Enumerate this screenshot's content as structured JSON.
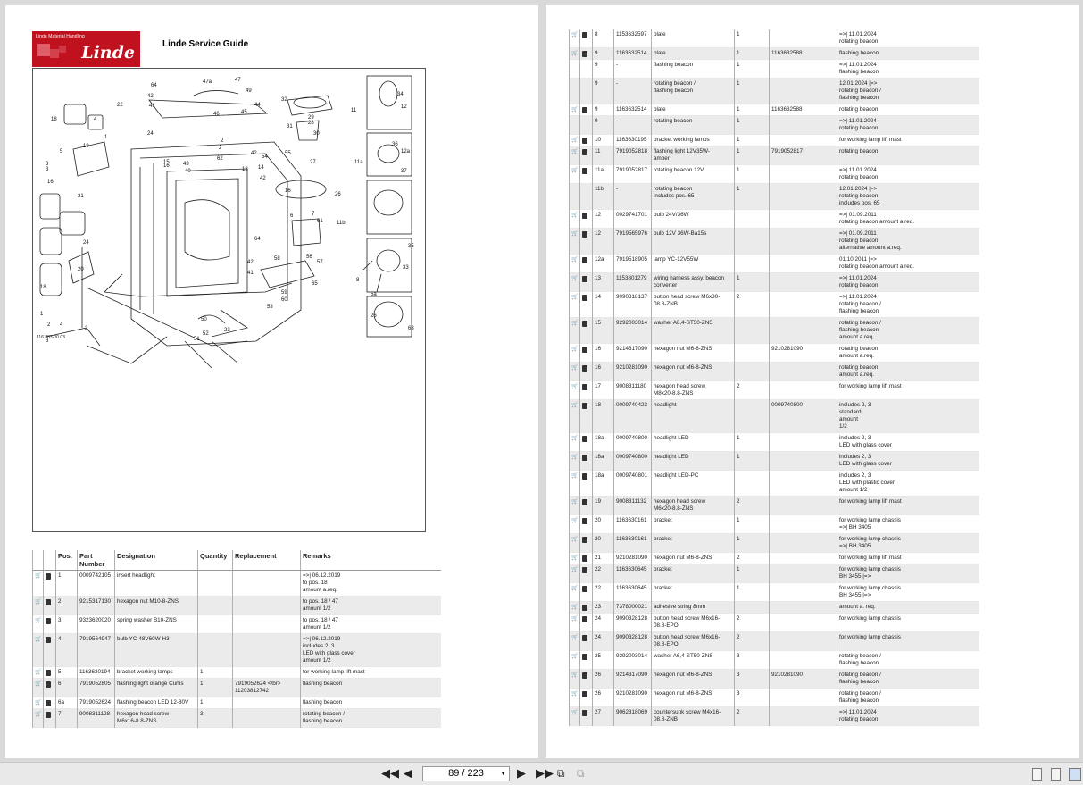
{
  "app": {
    "logo_subtitle": "Linde Material Handling",
    "logo_word": "Linde",
    "guide_title": "Linde Service Guide",
    "drawing_code": "116.883-00.03"
  },
  "diagram_labels": [
    "64",
    "42",
    "41",
    "47a",
    "47",
    "49",
    "46",
    "45",
    "44",
    "32",
    "22",
    "34",
    "12",
    "18",
    "4",
    "1",
    "11",
    "29",
    "28",
    "19",
    "31",
    "30",
    "24",
    "2",
    "3",
    "42",
    "5",
    "3",
    "16",
    "15",
    "43",
    "62",
    "13",
    "54",
    "55",
    "27",
    "36",
    "12a",
    "11a",
    "37",
    "2",
    "14",
    "42",
    "40",
    "21",
    "16",
    "7",
    "6",
    "16",
    "61",
    "26",
    "11b",
    "65",
    "3",
    "20",
    "1",
    "2",
    "4",
    "24",
    "64",
    "42",
    "41",
    "58",
    "56",
    "35",
    "33",
    "57",
    "59",
    "60",
    "53",
    "26",
    "8",
    "6a",
    "63",
    "18",
    "23",
    "52",
    "51",
    "50",
    "2"
  ],
  "columns": [
    "",
    "",
    "Pos.",
    "Part Number",
    "Designation",
    "Quantity",
    "Replacement",
    "Remarks"
  ],
  "left_rows": [
    {
      "pos": "1",
      "part": "0009742105",
      "designation": "insert headlight",
      "qty": "",
      "replacement": "",
      "remarks": "=>| 06.12.2019\nto pos. 18\namount a.req."
    },
    {
      "pos": "2",
      "part": "9215317130",
      "designation": "hexagon nut M10-8-ZNS",
      "qty": "",
      "replacement": "",
      "remarks": "to pos. 18 / 47\namount 1/2"
    },
    {
      "pos": "3",
      "part": "9323620020",
      "designation": "spring washer B10-ZNS",
      "qty": "",
      "replacement": "",
      "remarks": "to pos. 18 / 47\namount 1/2"
    },
    {
      "pos": "4",
      "part": "7919564947",
      "designation": "bulb YC-48V60W-H3",
      "qty": "",
      "replacement": "",
      "remarks": "=>| 06.12.2019\nincludes 2, 3\nLED with glass cover\namount 1/2"
    },
    {
      "pos": "5",
      "part": "1163630194",
      "designation": "bracket working lamps",
      "qty": "1",
      "replacement": "",
      "remarks": "for working lamp lift mast"
    },
    {
      "pos": "6",
      "part": "7919052805",
      "designation": "flashing light orange Curtis",
      "qty": "1",
      "replacement": "7919052624 </br>\n11203812742",
      "remarks": "flashing beacon"
    },
    {
      "pos": "6a",
      "part": "7919052624",
      "designation": "flashing beacon LED 12-80V",
      "qty": "1",
      "replacement": "",
      "remarks": "flashing beacon"
    },
    {
      "pos": "7",
      "part": "9008311128",
      "designation": "hexagon head screw\nM6x16-8.8-ZNS.",
      "qty": "3",
      "replacement": "",
      "remarks": "rotating beacon /\nflashing beacon"
    }
  ],
  "right_rows": [
    {
      "pos": "8",
      "part": "1153632597",
      "designation": "plate",
      "qty": "1",
      "replacement": "",
      "remarks": "=>| 11.01.2024\nrotating beacon",
      "icons": true
    },
    {
      "pos": "9",
      "part": "1163632514",
      "designation": "plate",
      "qty": "1",
      "replacement": "1163632588",
      "remarks": "flashing beacon",
      "icons": true
    },
    {
      "pos": "9",
      "part": "-",
      "designation": "flashing beacon",
      "qty": "1",
      "replacement": "",
      "remarks": "=>| 11.01.2024\nflashing beacon",
      "icons": false
    },
    {
      "pos": "9",
      "part": "-",
      "designation": "rotating beacon /\nflashing beacon",
      "qty": "1",
      "replacement": "",
      "remarks": "12.01.2024 |=>\nrotating beacon /\nflashing beacon",
      "icons": false
    },
    {
      "pos": "9",
      "part": "1163632514",
      "designation": "plate",
      "qty": "1",
      "replacement": "1163632588",
      "remarks": "rotating beacon",
      "icons": true
    },
    {
      "pos": "9",
      "part": "-",
      "designation": "rotating beacon",
      "qty": "1",
      "replacement": "",
      "remarks": "=>| 11.01.2024\nrotating beacon",
      "icons": false
    },
    {
      "pos": "10",
      "part": "1163630195",
      "designation": "bracket working lamps",
      "qty": "1",
      "replacement": "",
      "remarks": "for working lamp lift mast",
      "icons": true
    },
    {
      "pos": "11",
      "part": "7919052818",
      "designation": "flashing light 12V35W-\namber",
      "qty": "1",
      "replacement": "7919052817",
      "remarks": "rotating beacon",
      "icons": true
    },
    {
      "pos": "11a",
      "part": "7919052817",
      "designation": "rotating beacon 12V",
      "qty": "1",
      "replacement": "",
      "remarks": "=>| 11.01.2024\nrotating beacon",
      "icons": true
    },
    {
      "pos": "11b",
      "part": "-",
      "designation": "rotating beacon\nincludes pos. 65",
      "qty": "1",
      "replacement": "",
      "remarks": "12.01.2024 |=>\nrotating beacon\nincludes pos. 65",
      "icons": false
    },
    {
      "pos": "12",
      "part": "0029741701",
      "designation": "bulb 24V/36W",
      "qty": "",
      "replacement": "",
      "remarks": "=>| 01.09.2011\nrotating beacon amount a.req.",
      "icons": true
    },
    {
      "pos": "12",
      "part": "7919565976",
      "designation": "bulb 12V 36W-Ba15s",
      "qty": "",
      "replacement": "",
      "remarks": "=>| 01.09.2011\nrotating beacon\nalternative amount a.req.",
      "icons": true
    },
    {
      "pos": "12a",
      "part": "7919518905",
      "designation": "lamp YC-12V55W",
      "qty": "",
      "replacement": "",
      "remarks": "01.10.2011 |=>\nrotating beacon amount a.req.",
      "icons": true
    },
    {
      "pos": "13",
      "part": "1153801279",
      "designation": "wiring harness assy. beacon\nconverter",
      "qty": "1",
      "replacement": "",
      "remarks": "=>| 11.01.2024\nrotating beacon",
      "icons": true
    },
    {
      "pos": "14",
      "part": "9090318137",
      "designation": "button head screw M6x30-\n08.8-ZNB",
      "qty": "2",
      "replacement": "",
      "remarks": "=>| 11.01.2024\nrotating beacon /\nflashing beacon",
      "icons": true
    },
    {
      "pos": "15",
      "part": "9292003014",
      "designation": "washer A6,4-ST50-ZNS",
      "qty": "",
      "replacement": "",
      "remarks": "rotating beacon /\nflashing beacon\namount a.req.",
      "icons": true
    },
    {
      "pos": "16",
      "part": "9214317090",
      "designation": "hexagon nut M6-8-ZNS",
      "qty": "",
      "replacement": "9210281090",
      "remarks": "rotating beacon\namount a.req.",
      "icons": true
    },
    {
      "pos": "16",
      "part": "9210281090",
      "designation": "hexagon nut M6-8-ZNS",
      "qty": "",
      "replacement": "",
      "remarks": "rotating beacon\namount a.req.",
      "icons": true
    },
    {
      "pos": "17",
      "part": "9008311180",
      "designation": "hexagon head screw\nM8x20-8.8-ZNS",
      "qty": "2",
      "replacement": "",
      "remarks": "for working lamp lift mast",
      "icons": true
    },
    {
      "pos": "18",
      "part": "0009740423",
      "designation": "headlight",
      "qty": "",
      "replacement": "0009740800",
      "remarks": "includes 2, 3\nstandard\namount\n1/2",
      "icons": true
    },
    {
      "pos": "18a",
      "part": "0009740800",
      "designation": "headlight LED",
      "qty": "1",
      "replacement": "",
      "remarks": "includes 2, 3\nLED with glass cover",
      "icons": true
    },
    {
      "pos": "18a",
      "part": "0009740800",
      "designation": "headlight LED",
      "qty": "1",
      "replacement": "",
      "remarks": "includes 2, 3\nLED with glass cover",
      "icons": true
    },
    {
      "pos": "18a",
      "part": "0009740801",
      "designation": "headlight LED-PC",
      "qty": "",
      "replacement": "",
      "remarks": "includes 2, 3\nLED with plastic cover\namount 1/2",
      "icons": true
    },
    {
      "pos": "19",
      "part": "9008311132",
      "designation": "hexagon head screw\nM6x20-8.8-ZNS",
      "qty": "2",
      "replacement": "",
      "remarks": "for working lamp lift mast",
      "icons": true
    },
    {
      "pos": "20",
      "part": "1163630161",
      "designation": "bracket",
      "qty": "1",
      "replacement": "",
      "remarks": "for working lamp chassis\n=>| BH 3405",
      "icons": true
    },
    {
      "pos": "20",
      "part": "1163630161",
      "designation": "bracket",
      "qty": "1",
      "replacement": "",
      "remarks": "for working lamp chassis\n=>| BH 3405",
      "icons": true
    },
    {
      "pos": "21",
      "part": "9210281090",
      "designation": "hexagon nut M6-8-ZNS",
      "qty": "2",
      "replacement": "",
      "remarks": "for working lamp lift mast",
      "icons": true
    },
    {
      "pos": "22",
      "part": "1163630645",
      "designation": "bracket",
      "qty": "1",
      "replacement": "",
      "remarks": "for working lamp chassis\nBH 3455 |=>",
      "icons": true
    },
    {
      "pos": "22",
      "part": "1163630645",
      "designation": "bracket",
      "qty": "1",
      "replacement": "",
      "remarks": "for working lamp chassis\nBH 3455 |=>",
      "icons": true
    },
    {
      "pos": "23",
      "part": "7378000021",
      "designation": "adhesive string 8mm",
      "qty": "",
      "replacement": "",
      "remarks": "amount a. req.",
      "icons": true
    },
    {
      "pos": "24",
      "part": "9090328128",
      "designation": "button head screw M6x16-\n08.8-EPO",
      "qty": "2",
      "replacement": "",
      "remarks": "for working lamp chassis",
      "icons": true
    },
    {
      "pos": "24",
      "part": "9090328128",
      "designation": "button head screw M6x16-\n08.8-EPO",
      "qty": "2",
      "replacement": "",
      "remarks": "for working lamp chassis",
      "icons": true
    },
    {
      "pos": "25",
      "part": "9292003014",
      "designation": "washer A6,4-ST50-ZNS",
      "qty": "3",
      "replacement": "",
      "remarks": "rotating beacon /\nflashing beacon",
      "icons": true
    },
    {
      "pos": "26",
      "part": "9214317090",
      "designation": "hexagon nut M6-8-ZNS",
      "qty": "3",
      "replacement": "9210281090",
      "remarks": "rotating beacon /\nflashing beacon",
      "icons": true
    },
    {
      "pos": "26",
      "part": "9210281090",
      "designation": "hexagon nut M6-8-ZNS",
      "qty": "3",
      "replacement": "",
      "remarks": "rotating beacon /\nflashing beacon",
      "icons": true
    },
    {
      "pos": "27",
      "part": "9062318069",
      "designation": "countersunk screw M4x16-\n08.8-ZNB",
      "qty": "2",
      "replacement": "",
      "remarks": "=>| 11.01.2024\nrotating beacon",
      "icons": true
    }
  ],
  "toolbar": {
    "first_icon": "first-page-icon",
    "prev_icon": "previous-page-icon",
    "page_indicator": "89 / 223",
    "next_icon": "next-page-icon",
    "last_icon": "last-page-icon"
  }
}
